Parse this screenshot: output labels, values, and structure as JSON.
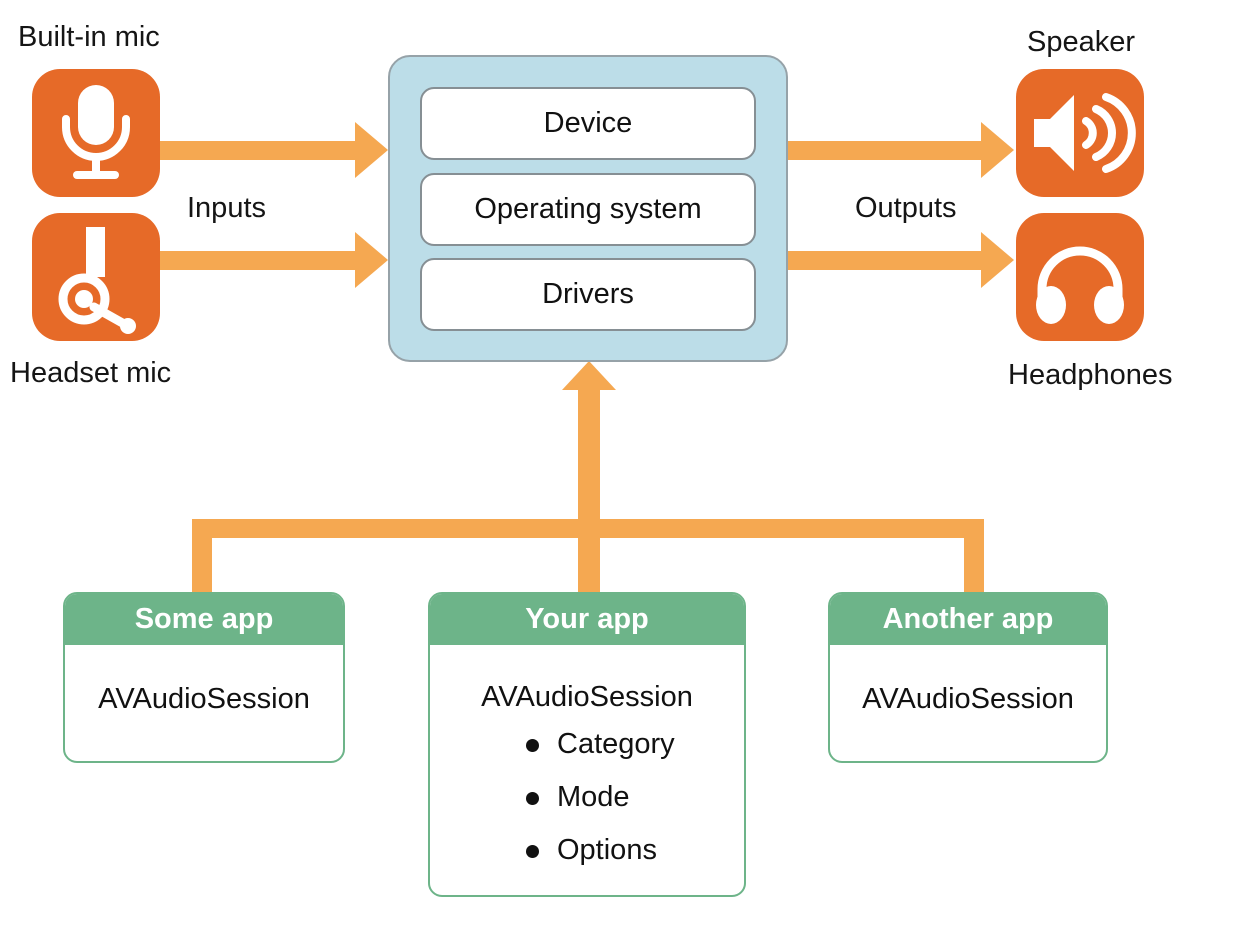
{
  "inputs": {
    "section_label": "Inputs",
    "devices": [
      {
        "name": "Built-in mic",
        "icon": "microphone-icon"
      },
      {
        "name": "Headset mic",
        "icon": "headset-mic-icon"
      }
    ]
  },
  "outputs": {
    "section_label": "Outputs",
    "devices": [
      {
        "name": "Speaker",
        "icon": "speaker-icon"
      },
      {
        "name": "Headphones",
        "icon": "headphones-icon"
      }
    ]
  },
  "system": {
    "layers": [
      "Device",
      "Operating system",
      "Drivers"
    ]
  },
  "apps": [
    {
      "title": "Some app",
      "session": "AVAudioSession"
    },
    {
      "title": "Your app",
      "session": "AVAudioSession",
      "properties": [
        "Category",
        "Mode",
        "Options"
      ]
    },
    {
      "title": "Another app",
      "session": "AVAudioSession"
    }
  ],
  "colors": {
    "icon_orange": "#E66A28",
    "arrow_orange": "#F5A851",
    "app_green": "#6DB489",
    "system_blue": "#BCDDE8"
  }
}
